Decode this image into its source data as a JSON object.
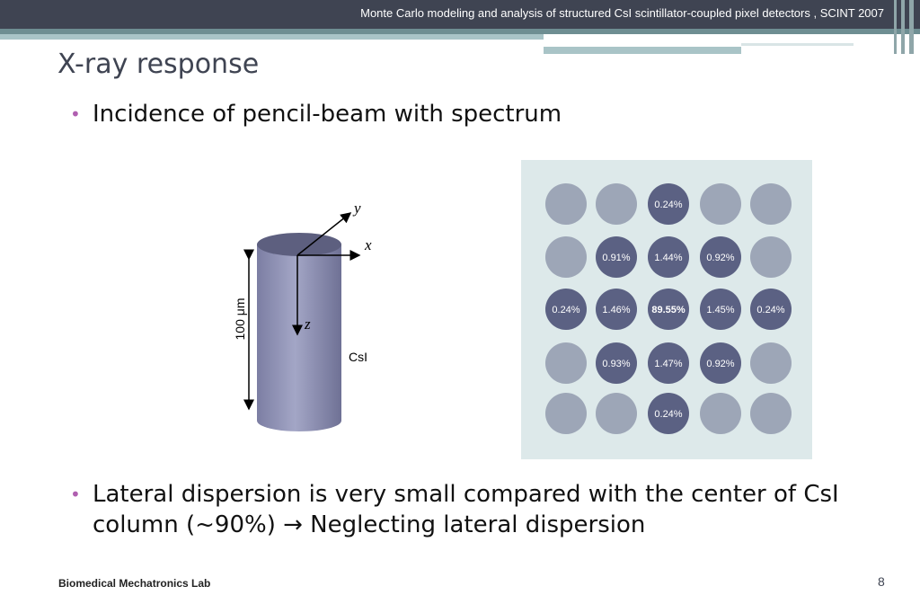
{
  "header": {
    "text": "Monte Carlo modeling and analysis of structured CsI scintillator-coupled pixel detectors , SCINT 2007"
  },
  "title": "X-ray response",
  "bullets": [
    {
      "lines": [
        "Incidence of pencil-beam with spectrum"
      ]
    },
    {
      "lines": [
        "Lateral dispersion is very small compared with the center of CsI",
        "column (~90%) → Neglecting lateral dispersion"
      ]
    }
  ],
  "cylinder": {
    "material_label": "CsI",
    "height_label": "100 μm",
    "axis_x": "x",
    "axis_y": "y",
    "axis_z": "z"
  },
  "pixel_grid": {
    "rows": [
      [
        "",
        "",
        "0.24%",
        "",
        ""
      ],
      [
        "",
        "0.91%",
        "1.44%",
        "0.92%",
        ""
      ],
      [
        "0.24%",
        "1.46%",
        "89.55%",
        "1.45%",
        "0.24%"
      ],
      [
        "",
        "0.93%",
        "1.47%",
        "0.92%",
        ""
      ],
      [
        "",
        "",
        "0.24%",
        "",
        ""
      ]
    ],
    "colors": {
      "background": "#dde9ea",
      "light_pixel": "#9da6b7",
      "dark_pixel": "#5b6183"
    }
  },
  "footer": {
    "lab": "Biomedical Mechatronics Lab",
    "page": "8"
  },
  "colors": {
    "header": "#3f4452",
    "bullet": "#b05fb0",
    "accent": "#8fb3b7"
  }
}
